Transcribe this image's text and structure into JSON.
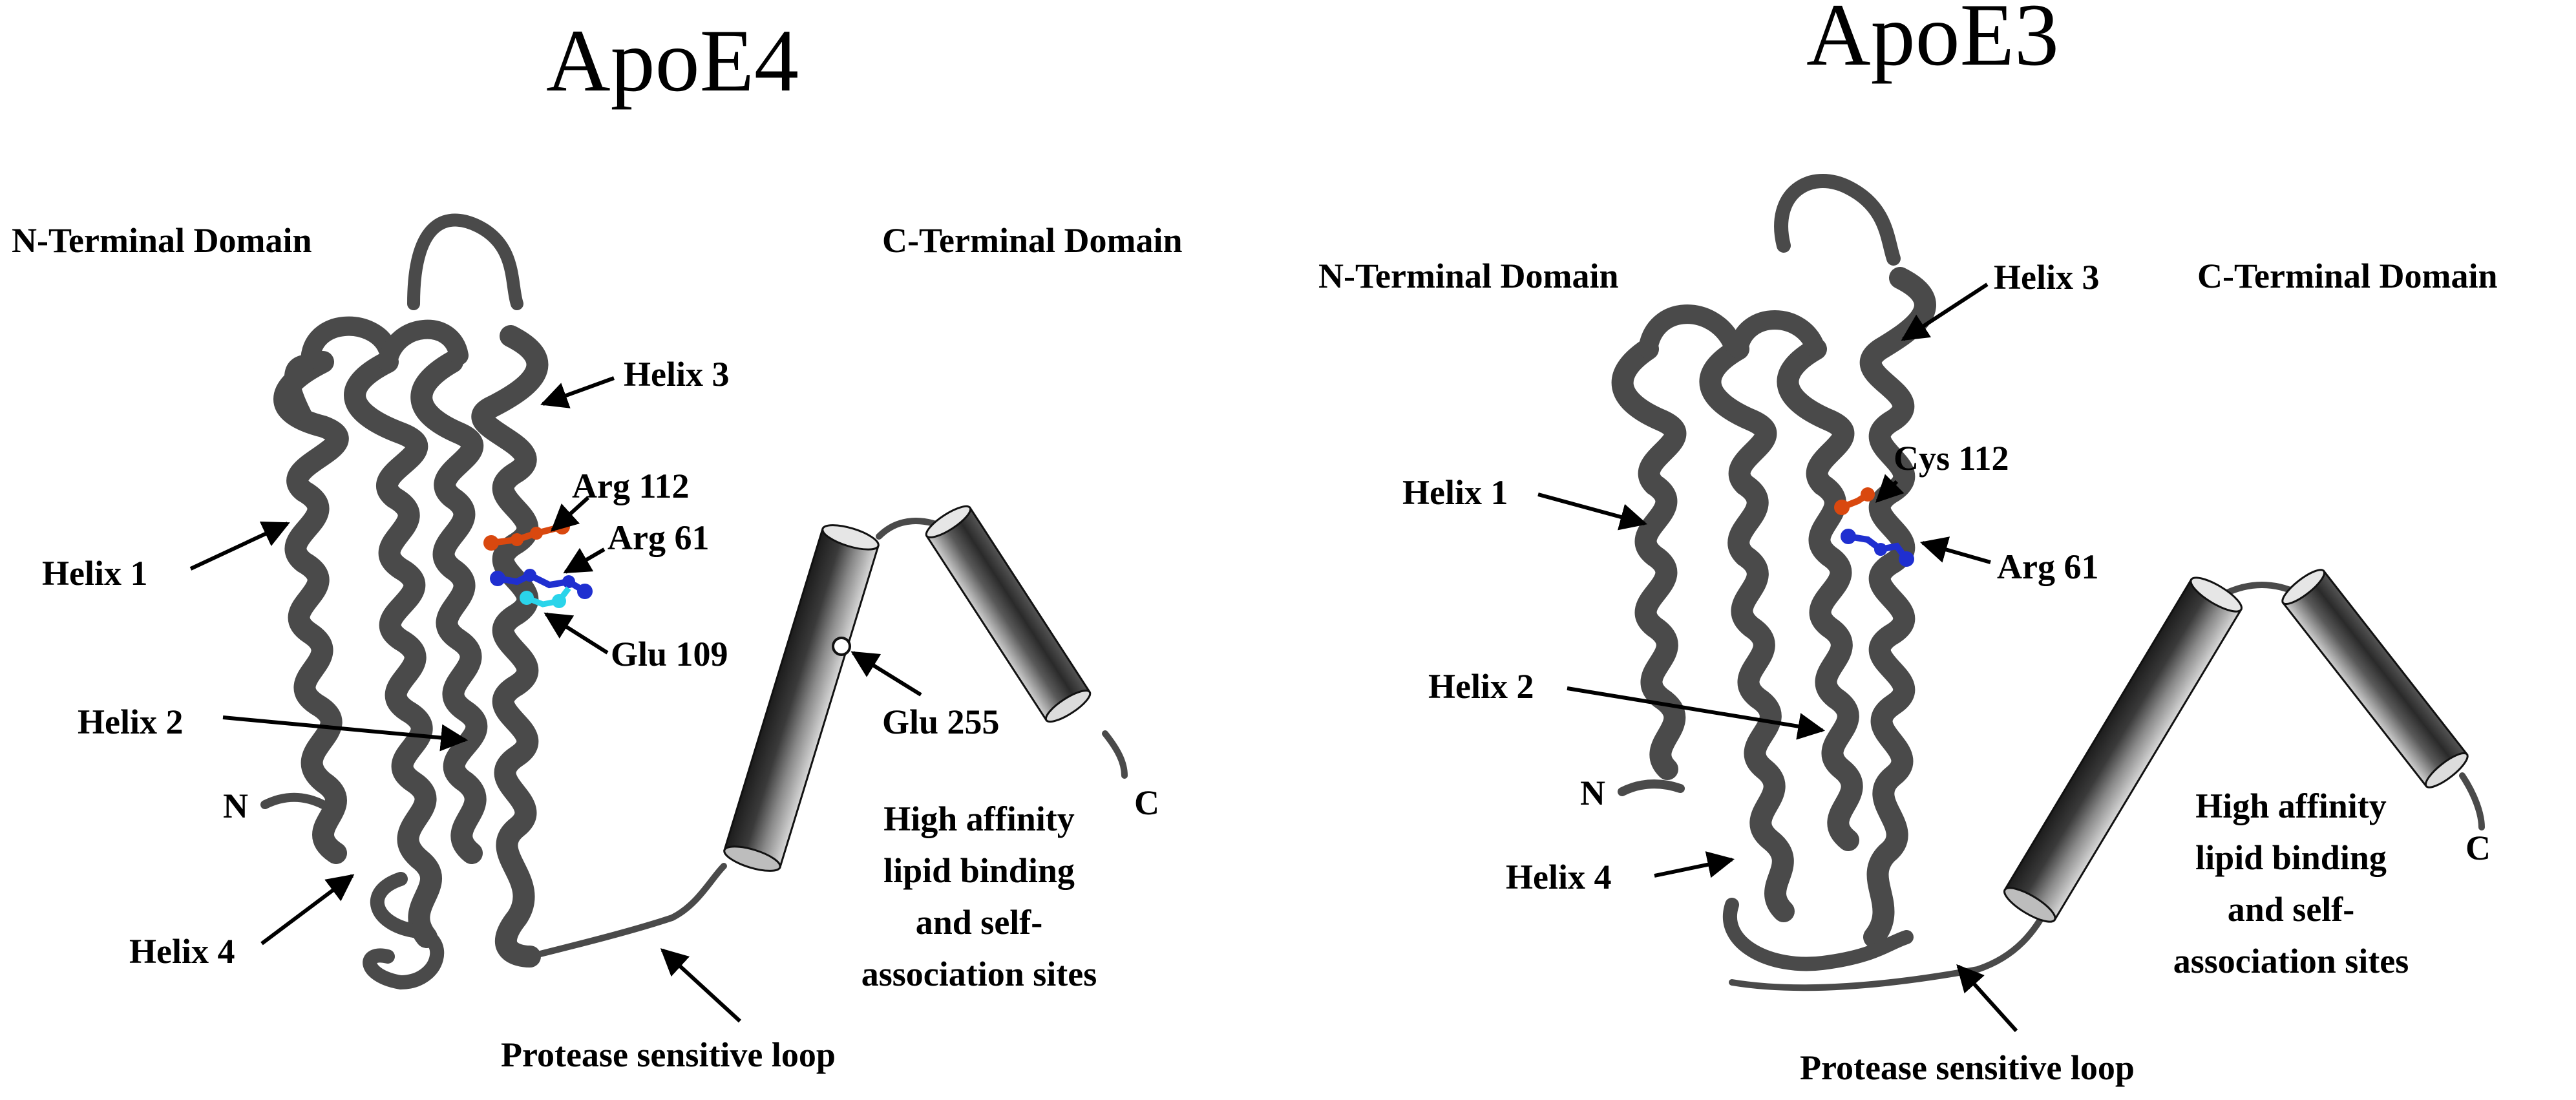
{
  "panels": [
    {
      "title": "ApoE4",
      "labels": {
        "n_domain": "N-Terminal Domain",
        "c_domain": "C-Terminal Domain",
        "helix1": "Helix 1",
        "helix2": "Helix 2",
        "helix3": "Helix 3",
        "helix4": "Helix 4",
        "res112": "Arg 112",
        "res61": "Arg 61",
        "res109": "Glu 109",
        "res255": "Glu 255",
        "n_term": "N",
        "c_term": "C",
        "lipid_line1": "High affinity",
        "lipid_line2": "lipid binding",
        "lipid_line3": "and self-",
        "lipid_line4": "association sites",
        "loop": "Protease sensitive loop"
      }
    },
    {
      "title": "ApoE3",
      "labels": {
        "n_domain": "N-Terminal Domain",
        "c_domain": "C-Terminal Domain",
        "helix1": "Helix 1",
        "helix2": "Helix 2",
        "helix3": "Helix 3",
        "helix4": "Helix 4",
        "res112": "Cys 112",
        "res61": "Arg 61",
        "n_term": "N",
        "c_term": "C",
        "lipid_line1": "High affinity",
        "lipid_line2": "lipid binding",
        "lipid_line3": "and self-",
        "lipid_line4": "association sites",
        "loop": "Protease sensitive loop"
      }
    }
  ],
  "colors": {
    "ribbon": "#4a4a4a",
    "residue_arg112": "#d9480f",
    "residue_cys112": "#d9480f",
    "residue_arg61": "#1f2fd0",
    "residue_glu109": "#2ad4ea"
  }
}
